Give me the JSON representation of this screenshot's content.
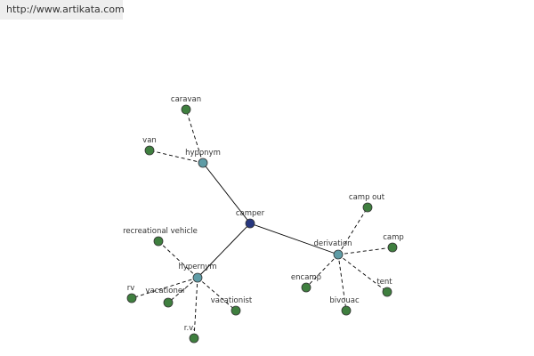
{
  "header": {
    "url": "http://www.artikata.com"
  },
  "colors": {
    "center_node": "#27377f",
    "relation_node": "#5f9ca6",
    "leaf_node": "#3f7f3f",
    "edge": "#000000"
  },
  "graph": {
    "center": {
      "id": "camper",
      "label": "camper"
    },
    "relations": [
      {
        "id": "hyponym",
        "label": "hyponym",
        "leaves": [
          {
            "label": "caravan"
          },
          {
            "label": "van"
          }
        ]
      },
      {
        "id": "hypernym",
        "label": "hypernym",
        "leaves": [
          {
            "label": "recreational vehicle"
          },
          {
            "label": "rv"
          },
          {
            "label": "vacationer"
          },
          {
            "label": "vacationist"
          },
          {
            "label": "r.v."
          }
        ]
      },
      {
        "id": "derivation",
        "label": "derivation",
        "leaves": [
          {
            "label": "camp out"
          },
          {
            "label": "camp"
          },
          {
            "label": "encamp"
          },
          {
            "label": "bivouac"
          },
          {
            "label": "tent"
          }
        ]
      }
    ]
  }
}
